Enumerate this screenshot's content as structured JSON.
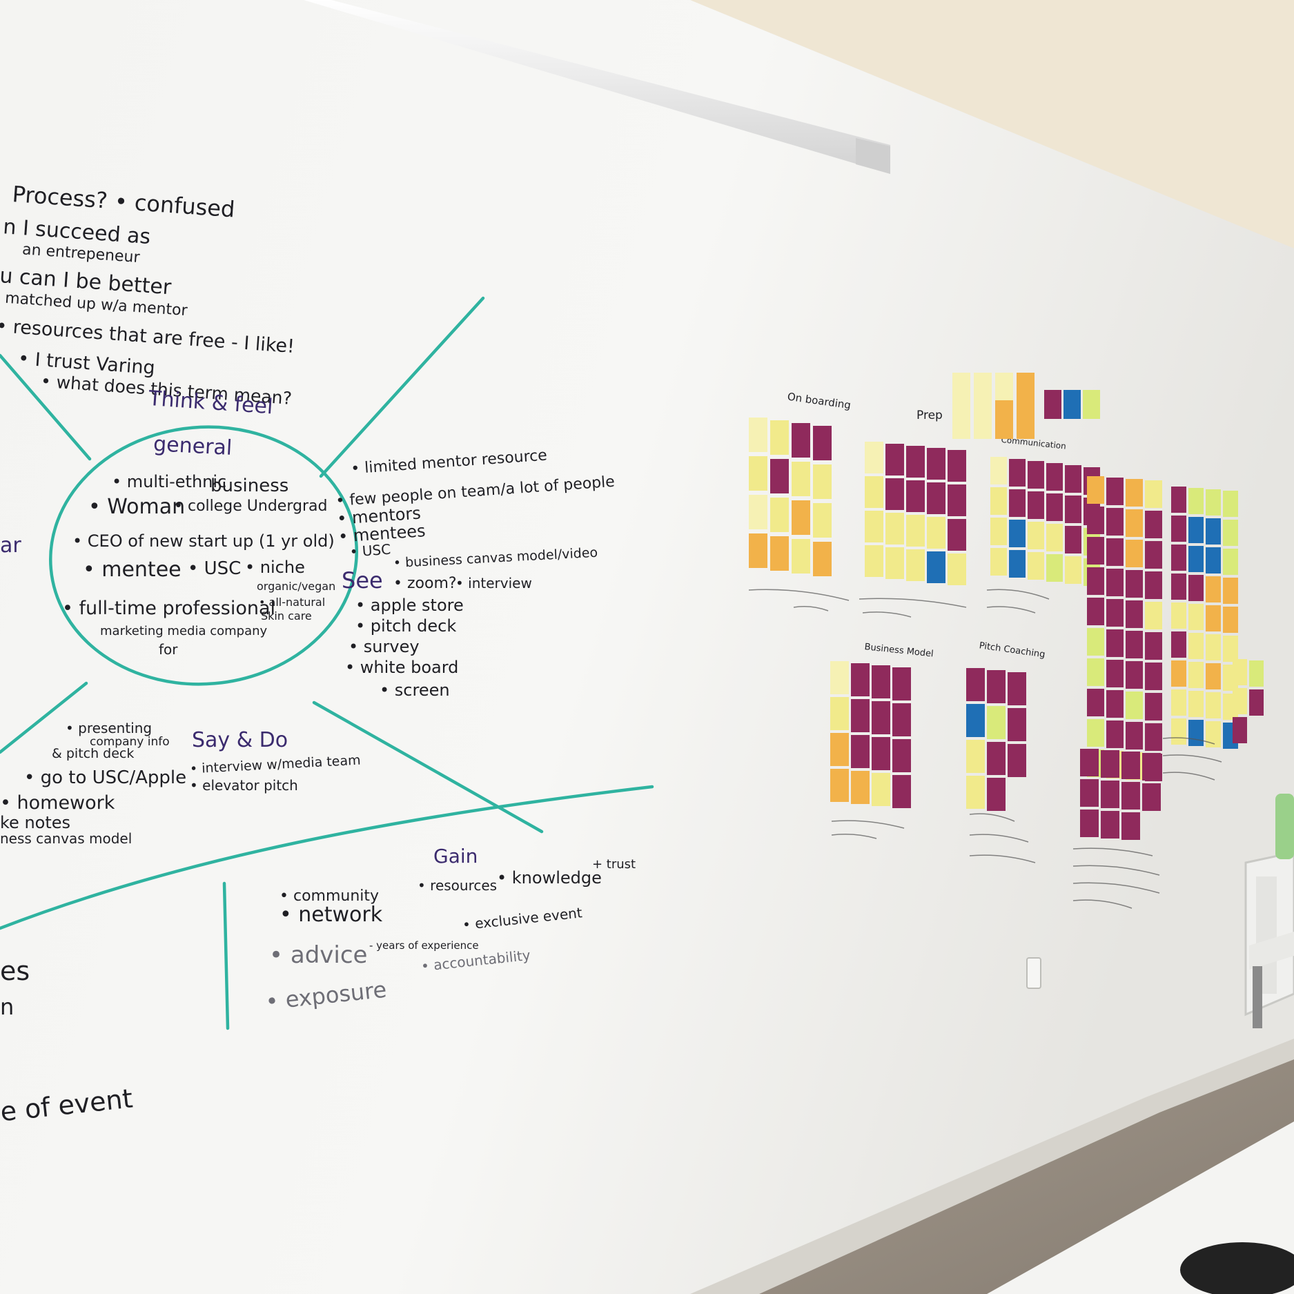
{
  "colors": {
    "wall": "#f1f1ef",
    "wall_shade": "#d9d8d4",
    "ceiling": "#efe6d3",
    "floor": "#9a8f83",
    "teal_marker": "#2fb3a0",
    "purple_marker": "#3b2b6e",
    "sticky_yellow": "#f1ea8b",
    "sticky_pale": "#f6f1b4",
    "sticky_lime": "#d9ea7a",
    "sticky_orange": "#f2b24a",
    "sticky_magenta": "#8f2a5c",
    "sticky_blue": "#1f6fb5"
  },
  "whiteboard": {
    "top_notes": [
      "Process? • confused",
      "n I succeed as",
      "an entrepeneur",
      "u can I be better",
      "matched up w/a mentor",
      "• resources that are free - I like!",
      "• I trust Varing",
      "• what does this term mean?"
    ],
    "think_feel": "Think & feel",
    "general": {
      "title": "general",
      "items": [
        "• multi-ethnic",
        "business",
        "• Woman",
        "• college Undergrad",
        "• CEO of new start up (1 yr old)",
        "• mentee",
        "• USC",
        "• niche",
        "organic/vegan",
        "• all-natural",
        "Skin care",
        "• full-time professional",
        "marketing media company",
        "for"
      ]
    },
    "left_edge": "ar",
    "right_notes": [
      "• limited mentor resource",
      "• few people on team/a lot of people",
      "• mentors",
      "• mentees",
      "• USC"
    ],
    "see": {
      "label": "See",
      "items": [
        "• business canvas model/video",
        "• zoom?",
        "• interview",
        "• apple store",
        "• pitch deck",
        "• survey",
        "• white board",
        "• screen"
      ]
    },
    "say_do": {
      "label": "Say & Do",
      "items": [
        "• presenting",
        "company info",
        "& pitch deck",
        "• go to USC/Apple",
        "• homework",
        "ke notes",
        "ness canvas model",
        "• interview w/media team",
        "• elevator pitch"
      ]
    },
    "gain": {
      "label": "Gain",
      "items": [
        "• community",
        "• network",
        "• resources",
        "• knowledge",
        "+ trust",
        "• advice",
        "- years of experience",
        "• exclusive event",
        "• accountability",
        "• exposure"
      ]
    },
    "bottom_left": [
      "es",
      "n",
      "e of event"
    ]
  },
  "journey_map": {
    "headers": [
      "On boarding",
      "Prep",
      "Communication",
      "Business Model",
      "Pitch Coaching"
    ]
  }
}
